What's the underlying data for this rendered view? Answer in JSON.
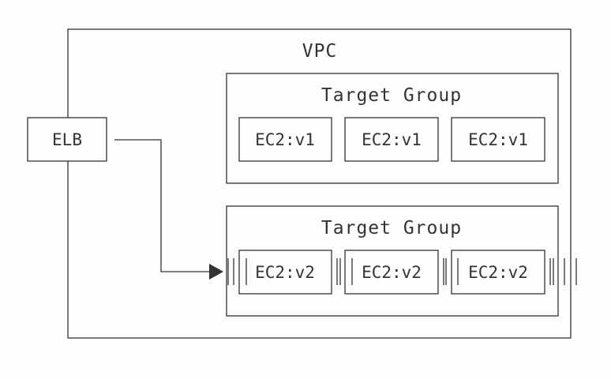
{
  "diagram": {
    "vpc_label": "VPC",
    "elb_label": "ELB",
    "target_groups": [
      {
        "label": "Target Group",
        "instances": [
          "EC2:v1",
          "EC2:v1",
          "EC2:v1"
        ]
      },
      {
        "label": "Target Group",
        "instances": [
          "EC2:v2",
          "EC2:v2",
          "EC2:v2"
        ]
      }
    ]
  },
  "colors": {
    "stroke": "#333333",
    "background": "#fdfdfd"
  }
}
